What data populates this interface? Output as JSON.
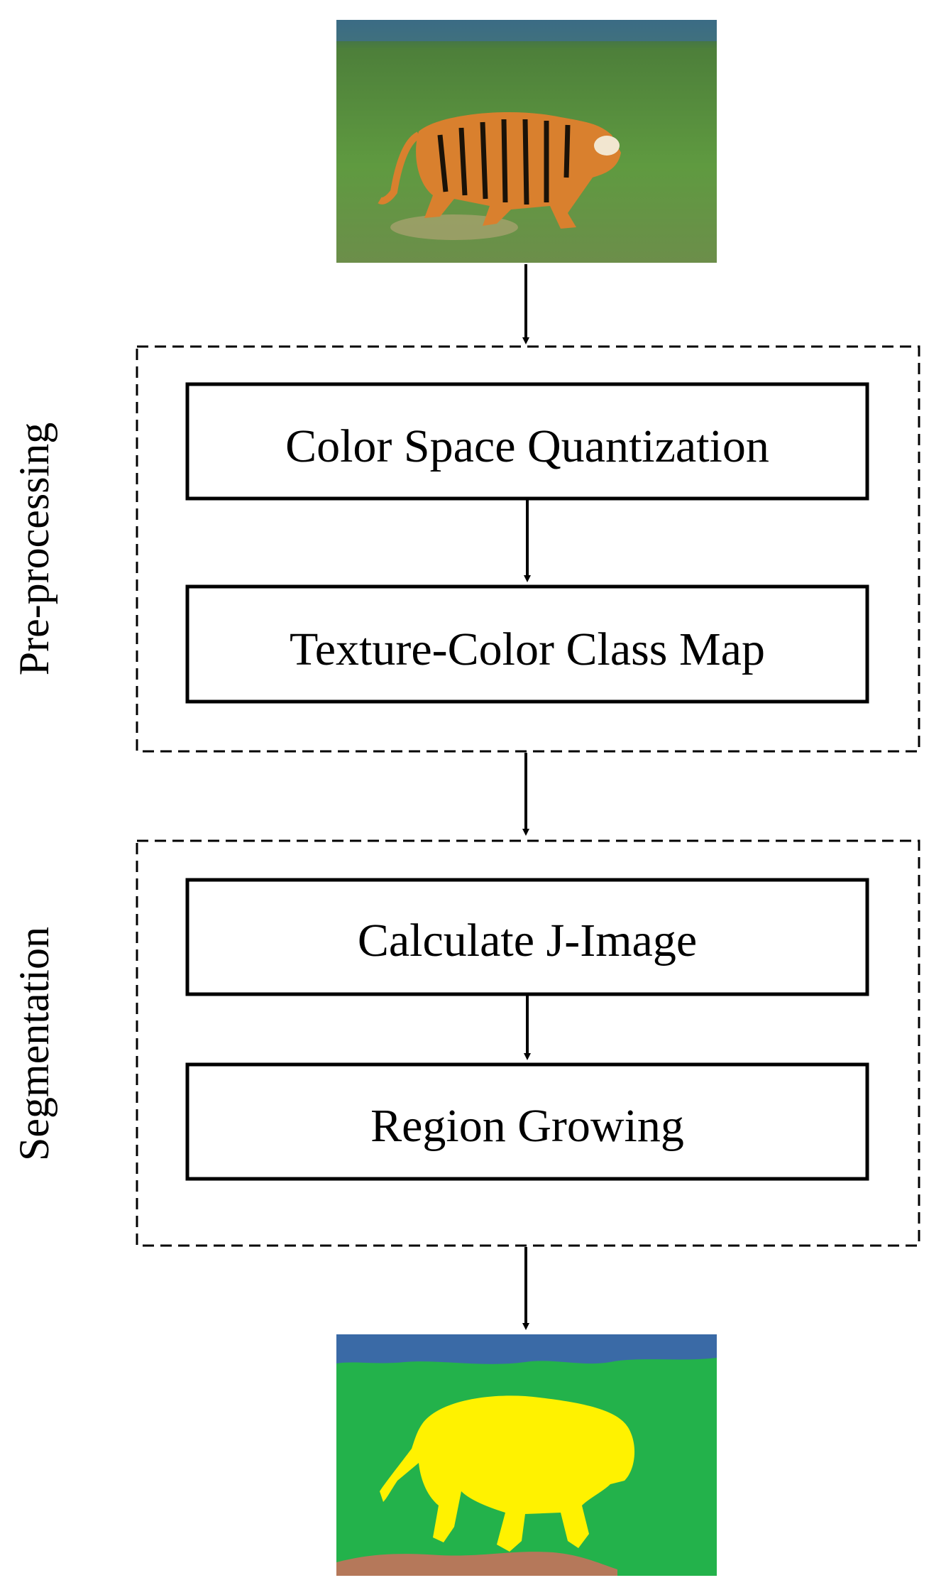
{
  "groups": {
    "preprocessing": {
      "label": "Pre-processing",
      "steps": [
        "Color Space Quantization",
        "Texture-Color Class Map"
      ]
    },
    "segmentation": {
      "label": "Segmentation",
      "steps": [
        "Calculate J-Image",
        "Region Growing"
      ]
    }
  },
  "images": {
    "input": "tiger-photo",
    "output": "segmentation-map"
  },
  "colors": {
    "line": "#000000",
    "grass": "#4e8a3a",
    "tiger": "#d9802e",
    "seg_green": "#23b24b",
    "seg_blue": "#3a6aa6",
    "seg_yellow": "#fff200",
    "seg_brown": "#b5785a"
  }
}
